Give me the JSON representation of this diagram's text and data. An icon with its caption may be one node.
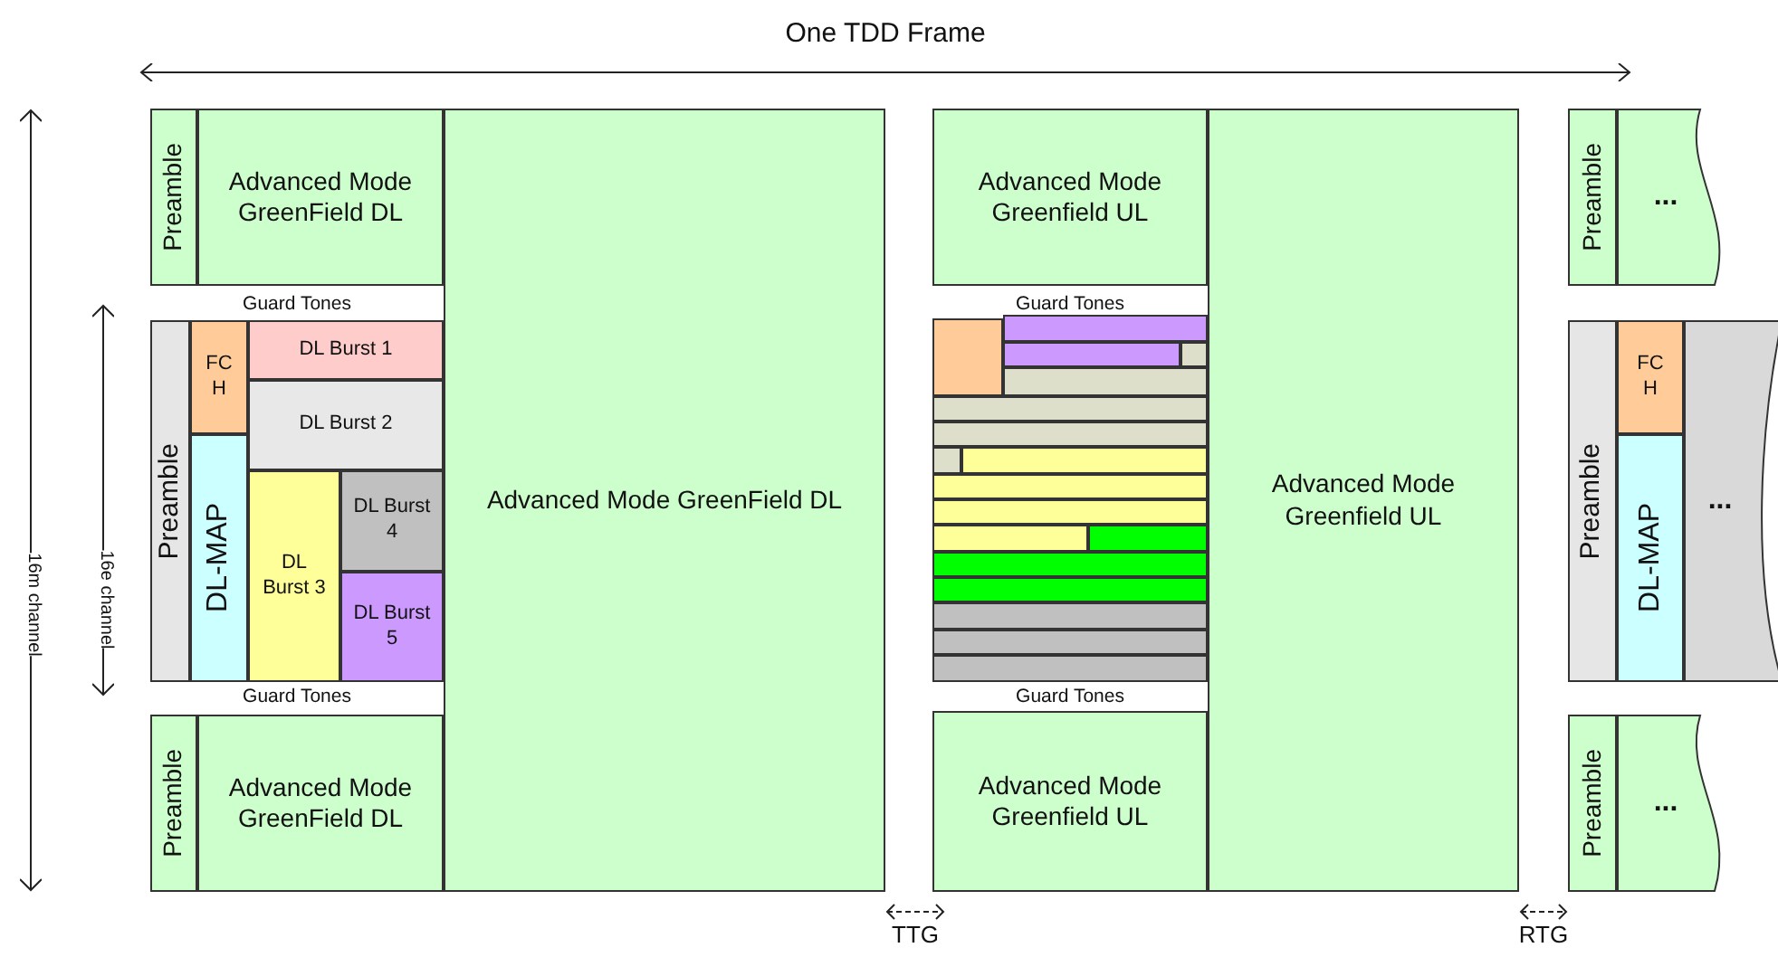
{
  "diagram": {
    "nodes": [
      {
        "text": [
          "Preamble"
        ]
      },
      {
        "text": [
          "Advanced Mode GreenField DL"
        ]
      },
      {
        "text": [
          "Preamble"
        ]
      },
      {
        "text": [
          "FCH"
        ]
      },
      {
        "text": [
          "DL-MAP"
        ]
      },
      {
        "text": [
          "DL Burst 1"
        ]
      },
      {
        "text": [
          "DL Burst 2"
        ]
      },
      {
        "text": [
          "DL Burst 3"
        ]
      },
      {
        "text": [
          "DL Burst 4"
        ]
      },
      {
        "text": [
          "DL Burst 5"
        ]
      },
      {
        "text": [
          "Preamble"
        ]
      },
      {
        "text": [
          "Advanced Mode GreenField DL"
        ]
      },
      {
        "text": [
          "Advanced Mode GreenField DL"
        ]
      },
      {
        "text": [
          "Advanced Mode Greenfield UL"
        ]
      },
      {
        "text": [],
        "shape": "box"
      },
      {
        "text": [],
        "shape": "box"
      },
      {
        "text": [],
        "shape": "box"
      },
      {
        "text": [],
        "shape": "box"
      },
      {
        "text": [],
        "shape": "box"
      },
      {
        "text": [],
        "shape": "box"
      },
      {
        "text": [],
        "shape": "box"
      },
      {
        "text": [],
        "shape": "box"
      },
      {
        "text": [],
        "shape": "box"
      },
      {
        "text": [],
        "shape": "box"
      },
      {
        "text": [],
        "shape": "box"
      },
      {
        "text": [],
        "shape": "box"
      },
      {
        "text": [],
        "shape": "box"
      },
      {
        "text": [],
        "shape": "box"
      },
      {
        "text": [],
        "shape": "box"
      },
      {
        "text": [],
        "shape": "box"
      },
      {
        "text": [],
        "shape": "box"
      },
      {
        "text": [],
        "shape": "box"
      },
      {
        "text": [
          "Advanced Mode Greenfield UL"
        ]
      },
      {
        "text": [
          "Advanced Mode Greenfield UL"
        ]
      },
      {
        "text": [
          "Preamble"
        ]
      },
      {
        "text": [
          "..."
        ]
      },
      {
        "text": [
          "Preamble"
        ]
      },
      {
        "text": [
          "FCH"
        ]
      },
      {
        "text": [
          "DL-MAP"
        ]
      },
      {
        "text": [
          "..."
        ]
      },
      {
        "text": [
          "Preamble"
        ]
      },
      {
        "text": [
          "..."
        ]
      }
    ],
    "labels": [
      "One TDD Frame",
      "16m channel",
      "16e channel",
      "Guard Tones",
      "Guard Tones",
      "Guard Tones",
      "Guard Tones",
      "TTG",
      "RTG"
    ]
  }
}
